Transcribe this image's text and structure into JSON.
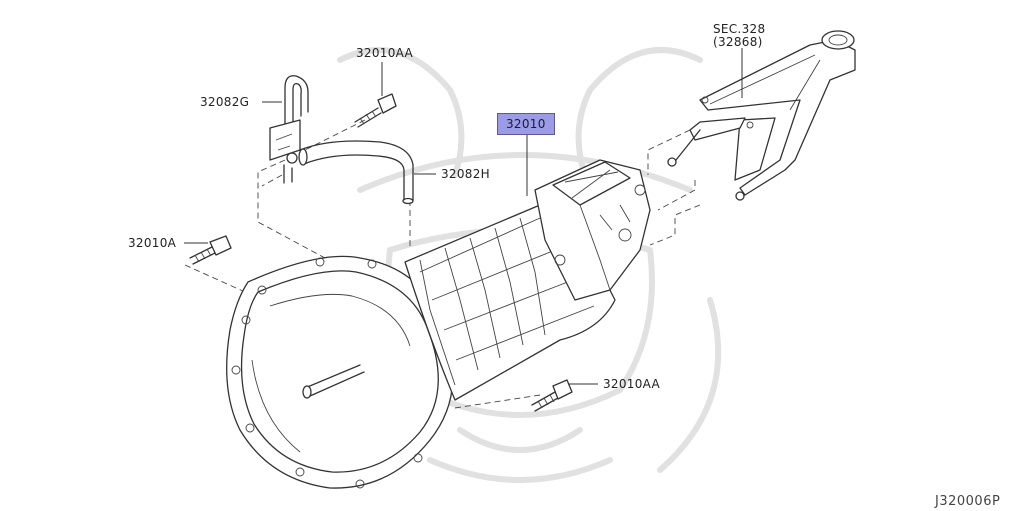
{
  "callouts": {
    "bolt_top": "32010AA",
    "pipe_g": "32082G",
    "transmission": "32010",
    "pipe_h": "32082H",
    "bolt_left": "32010A",
    "bolt_bottom": "32010AA",
    "sec_ref": "SEC.328",
    "sec_part": "(32868)"
  },
  "diagram_id": "J320006P",
  "colors": {
    "highlight": "#9b9be6",
    "lines": "#333333",
    "watermark": "#dedede"
  }
}
